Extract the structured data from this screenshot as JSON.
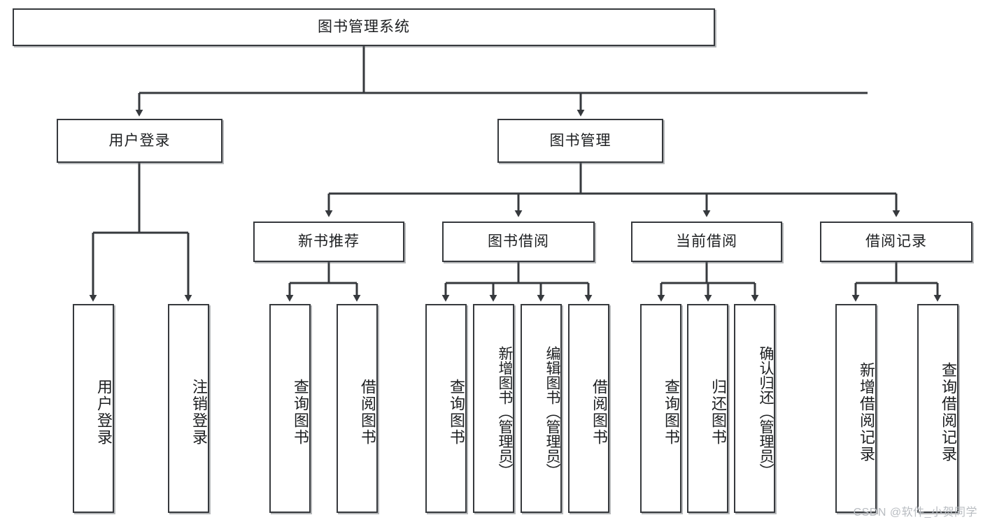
{
  "diagram": {
    "title_node": {
      "label": "图书管理系统"
    },
    "level1": [
      {
        "id": "user-login",
        "label": "用户登录"
      },
      {
        "id": "book-manage",
        "label": "图书管理"
      }
    ],
    "level2": [
      {
        "id": "new-book-recommend",
        "label": "新书推荐"
      },
      {
        "id": "book-borrow",
        "label": "图书借阅"
      },
      {
        "id": "current-borrow",
        "label": "当前借阅"
      },
      {
        "id": "borrow-record",
        "label": "借阅记录"
      }
    ],
    "leaves": {
      "user_login": [
        {
          "id": "leaf-user-login",
          "label": "用户登录"
        },
        {
          "id": "leaf-user-logout",
          "label": "注销登录"
        }
      ],
      "new_book_recommend": [
        {
          "id": "leaf-query-book-1",
          "label": "查询图书"
        },
        {
          "id": "leaf-borrow-book-1",
          "label": "借阅图书"
        }
      ],
      "book_borrow": [
        {
          "id": "leaf-query-book-2",
          "label": "查询图书"
        },
        {
          "id": "leaf-add-book",
          "label": "新增图书（管理员）"
        },
        {
          "id": "leaf-edit-book",
          "label": "编辑图书（管理员）"
        },
        {
          "id": "leaf-borrow-book-2",
          "label": "借阅图书"
        }
      ],
      "current_borrow": [
        {
          "id": "leaf-query-book-3",
          "label": "查询图书"
        },
        {
          "id": "leaf-return-book",
          "label": "归还图书"
        },
        {
          "id": "leaf-confirm-return",
          "label": "确认归还（管理员）"
        }
      ],
      "borrow_record": [
        {
          "id": "leaf-add-record",
          "label": "新增借阅记录"
        },
        {
          "id": "leaf-query-record",
          "label": "查询借阅记录"
        }
      ]
    },
    "watermark": "CSDN @软件_小贺同学",
    "colors": {
      "stroke": "#36393d",
      "box_fill": "#ffffff",
      "text": "#1d1f21",
      "watermark": "#b9bdc2",
      "background": "#ffffff"
    }
  }
}
